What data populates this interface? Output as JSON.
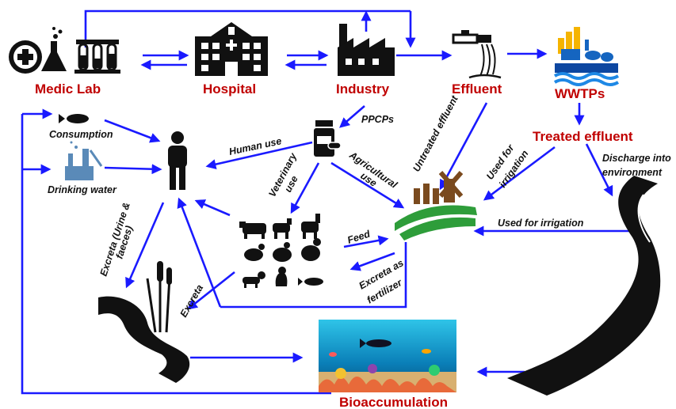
{
  "nodes": {
    "medic_lab": "Medic Lab",
    "hospital": "Hospital",
    "industry": "Industry",
    "effluent": "Effluent",
    "wwtps": "WWTPs",
    "treated_effluent": "Treated effluent",
    "bioaccumulation": "Bioaccumulation"
  },
  "edge_labels": {
    "consumption": "Consumption",
    "drinking_water": "Drinking water",
    "ppcps": "PPCPs",
    "human_use": "Human use",
    "veterinary_use_1": "Veterinary",
    "veterinary_use_2": "use",
    "agricultural_use_1": "Agricultural",
    "agricultural_use_2": "use",
    "untreated_effluent": "Untreated effluent",
    "used_for_irrigation_1a": "Used for",
    "used_for_irrigation_1b": "irrigation",
    "discharge_1": "Discharge into",
    "discharge_2": "environment",
    "used_for_irrigation_2": "Used for irrigation",
    "feed": "Feed",
    "excreta_fertilizer_1": "Excreta as",
    "excreta_fertilizer_2": "fertilizer",
    "excreta_urine_1": "Excreta (Urine &",
    "excreta_urine_2": "faeces)",
    "excreta": "Excreta"
  },
  "colors": {
    "arrow": "#1a1aff",
    "node_label": "#c00000",
    "edge_label": "#111111"
  },
  "icons": [
    "medical-cross-icon",
    "flask-icon",
    "test-tubes-icon",
    "hospital-icon",
    "factory-icon",
    "effluent-pipe-icon",
    "wwtp-icon",
    "pill-bottle-icon",
    "person-icon",
    "fish-icon",
    "water-well-icon",
    "livestock-icon",
    "farm-field-icon",
    "river-icon",
    "swamp-river-icon",
    "coral-reef-icon"
  ]
}
